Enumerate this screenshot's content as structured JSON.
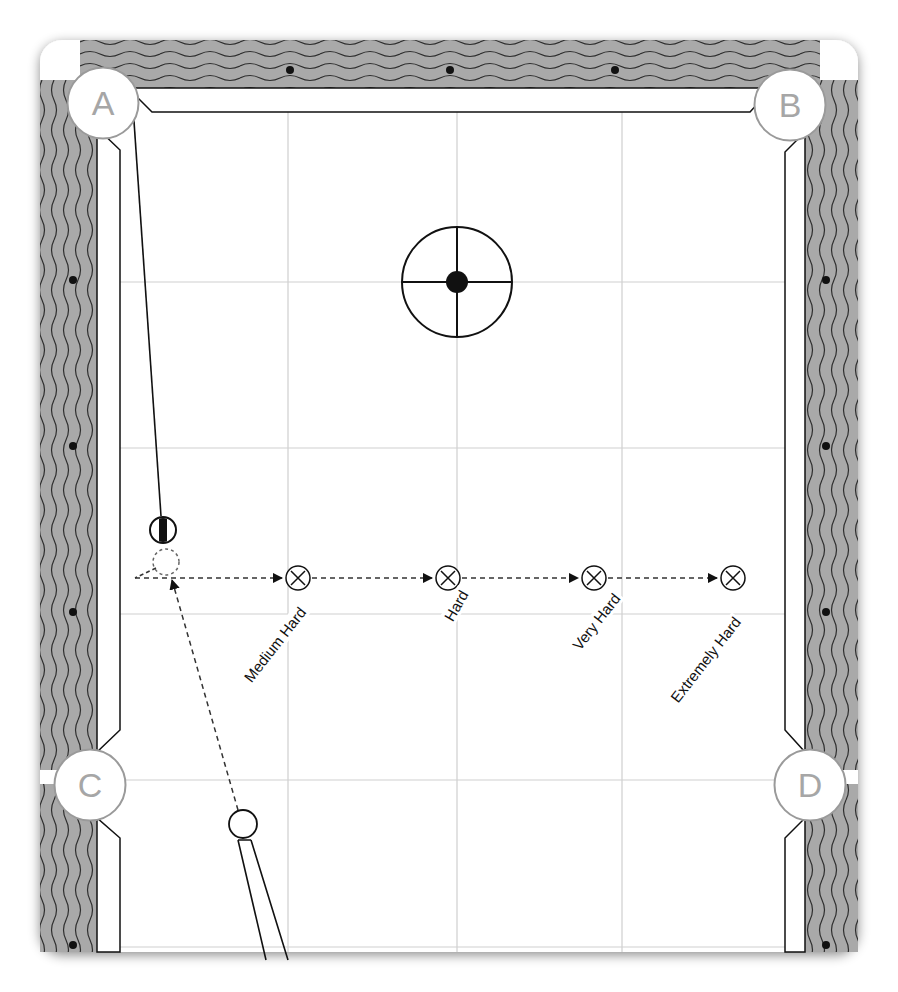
{
  "diagram": {
    "nodes": [
      {
        "text": [
          "A"
        ]
      },
      {
        "text": [
          "B"
        ]
      },
      {
        "text": [
          "C"
        ]
      },
      {
        "text": [
          "D"
        ]
      }
    ],
    "labels": [
      "Medium Hard",
      "Hard",
      "Very Hard",
      "Extremely Hard"
    ]
  }
}
